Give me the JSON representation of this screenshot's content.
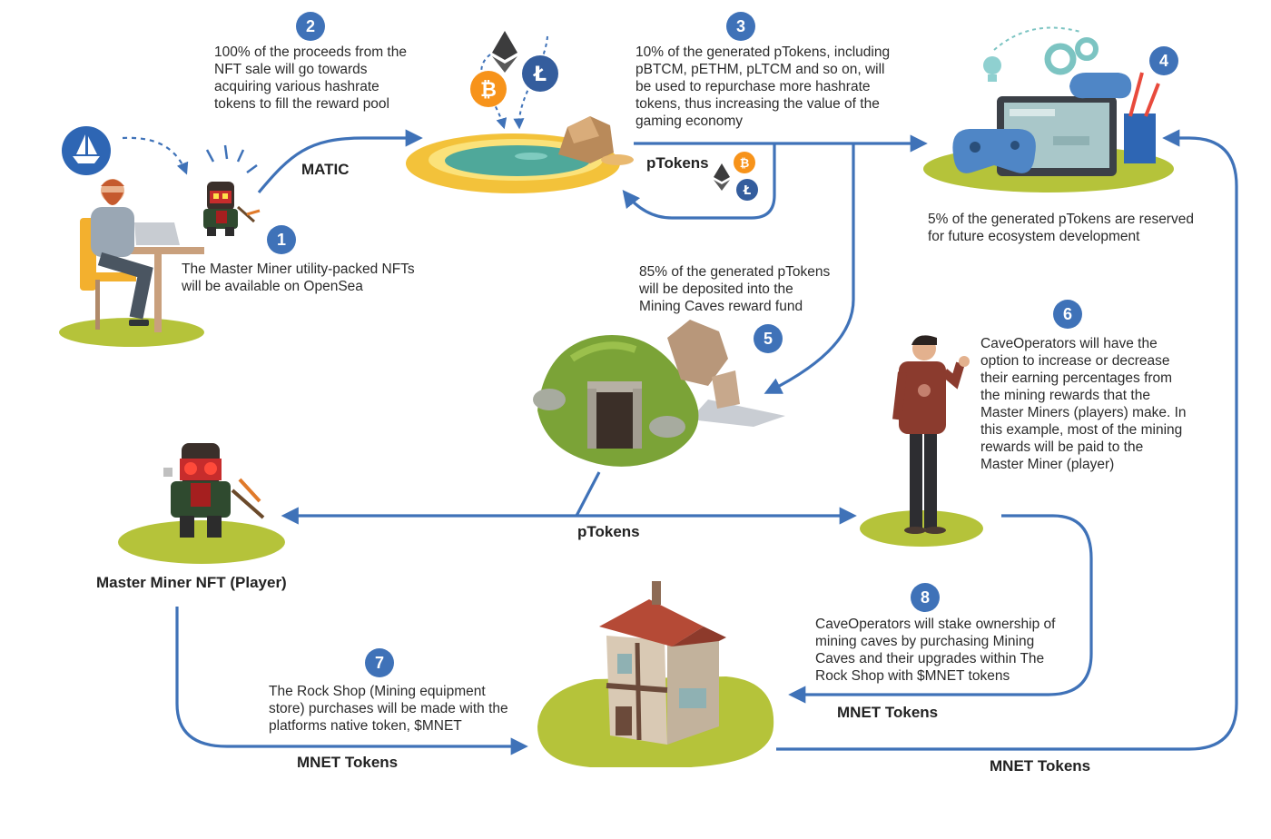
{
  "steps": [
    {
      "number": "1",
      "text": "The Master Miner utility-packed NFTs\nwill be available on OpenSea"
    },
    {
      "number": "2",
      "text": "100% of the proceeds from the\nNFT sale will go towards\nacquiring various hashrate\ntokens to fill the reward pool"
    },
    {
      "number": "3",
      "text": "10% of the generated pTokens, including\npBTCM, pETHM, pLTCM and so on, will\nbe used to repurchase more hashrate\ntokens, thus increasing the value of the\ngaming economy"
    },
    {
      "number": "4",
      "text": "5% of the generated pTokens are reserved\nfor future ecosystem development"
    },
    {
      "number": "5",
      "text": "85% of the generated pTokens\nwill be deposited into the\nMining Caves reward fund"
    },
    {
      "number": "6",
      "text": "CaveOperators will have the\noption to increase or decrease\ntheir earning percentages from\nthe mining rewards that the\nMaster Miners (players) make. In\nthis example, most of the mining\nrewards will be paid to the\nMaster Miner (player)"
    },
    {
      "number": "7",
      "text": "The Rock Shop (Mining equipment\nstore) purchases will be made with the\nplatforms native token, $MNET"
    },
    {
      "number": "8",
      "text": "CaveOperators will stake ownership of\nmining caves by purchasing Mining\nCaves and their upgrades within The\nRock Shop with $MNET tokens"
    }
  ],
  "labels": {
    "matic": "MATIC",
    "ptokens_top": "pTokens",
    "ptokens_middle": "pTokens",
    "master_miner": "Master Miner NFT (Player)",
    "mnet_left": "MNET Tokens",
    "mnet_center": "MNET Tokens",
    "mnet_right": "MNET Tokens"
  },
  "icons": [
    "opensea-icon",
    "bitcoin-icon",
    "ethereum-icon",
    "litecoin-icon"
  ],
  "colors": {
    "accent_blue": "#3f72b8",
    "bitcoin": "#f7931a",
    "litecoin": "#345d9d",
    "ethereum": "#3c3c3d",
    "ground": "#b5c33a",
    "pool_water": "#4fa89a",
    "pool_rim": "#f3c23a"
  }
}
